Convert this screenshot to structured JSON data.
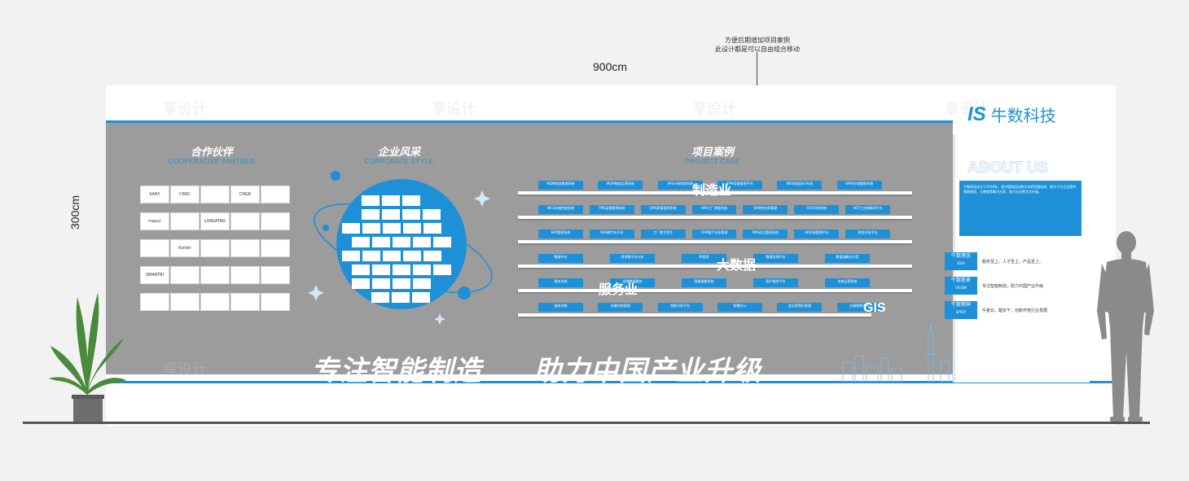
{
  "dimensions": {
    "width_label": "900cm",
    "height_label": "300cm"
  },
  "note": {
    "line1": "方便后期增加项目案例",
    "line2": "此设计都是可以自由组合移动"
  },
  "brand": {
    "mark": "IS",
    "name": "牛数科技"
  },
  "partners": {
    "title": "合作伙伴",
    "subtitle": "COOPERATIVE PARTNER",
    "logos": [
      "SANY",
      "CRRC",
      "",
      "CNGR",
      "",
      "inspur",
      "",
      "LONGPING",
      "",
      "",
      "",
      "Kistler",
      "",
      "",
      "",
      "SMARTBI",
      "",
      "",
      "",
      "",
      "",
      "",
      "",
      "",
      ""
    ]
  },
  "style": {
    "title": "企业风采",
    "subtitle": "CORPORATE STYLE"
  },
  "cases": {
    "title": "项目案例",
    "subtitle": "PROJECT CASE",
    "categories": {
      "manufacturing": "制造业",
      "bigdata": "大数据",
      "service": "服务业",
      "gis": "GIS"
    },
    "rows": [
      [
        "MDM制造数据系统",
        "MOM制造运营系统",
        "APS计划排程系统",
        "TPM设备管理平台",
        "MES制造执行系统",
        "WMS仓储管理系统"
      ],
      [
        "WCS仓储控制系统",
        "TMS运输管理系统",
        "QMS质量管理系统",
        "HRS工厂数据系统",
        "SRM供应商管理",
        "OCR识别系统",
        "IIOT工业物联网平台"
      ],
      [
        "ERP管理系统",
        "OHS数字化平台",
        "工厂数字孪生",
        "CRM客户关系管理",
        "PMS项目管理系统",
        "HR资源管理平台",
        "财务共享平台"
      ],
      [
        "数据中台",
        "财务数字化分析",
        "BI报表",
        "数据治理平台",
        "数据湖解决方案"
      ],
      [
        "服务系统",
        "金融数据服务",
        "智能客服系统",
        "客户服务平台",
        "电商运营系统"
      ],
      [
        "服务系统",
        "金融风险管理",
        "智能分析平台",
        "智慧办公",
        "会议室预约管理",
        "交通管理平台"
      ]
    ]
  },
  "slogan": {
    "part1": "专注智能制造",
    "part2": "助力中国产业升级"
  },
  "about": {
    "title": "ABOUT US",
    "text": "牛数科技成立于2018年，是中国制造业数字化转型服务商，致力于为企业提供智能制造、大数据等解决方案，助力企业数字化升级。",
    "values": [
      {
        "name": "牛数理念",
        "en": "IDEA",
        "text": "服务至上，人才至上，产品至上。"
      },
      {
        "name": "牛数愿景",
        "en": "VISION",
        "text": "专注智能制造，助力中国产业升级"
      },
      {
        "name": "牛数精神",
        "en": "SPIRIT",
        "text": "牛者云，踏实干，创新开拓行业发展"
      }
    ]
  },
  "watermark": "享设计",
  "colors": {
    "accent": "#1e90d8",
    "panel": "#9c9c9c"
  }
}
